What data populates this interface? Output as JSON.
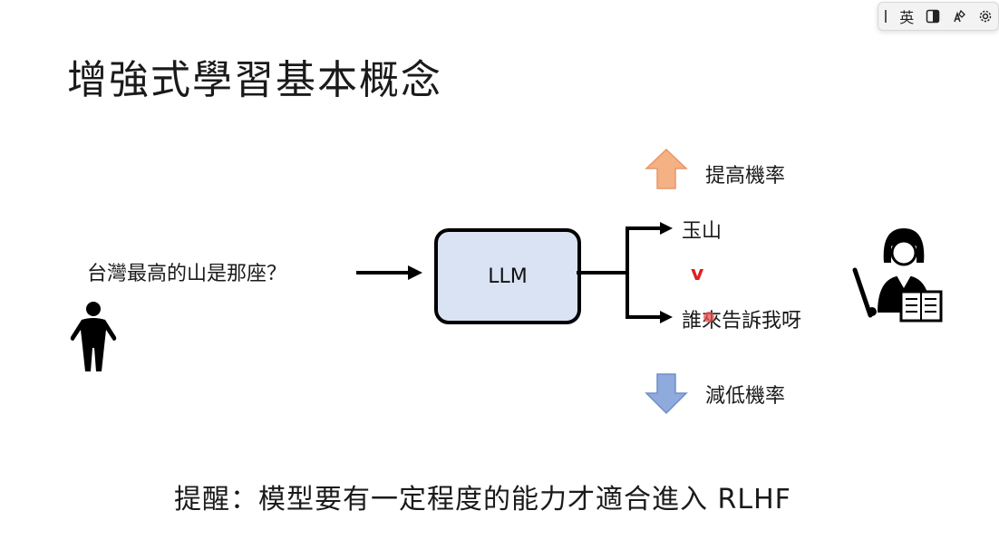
{
  "slide": {
    "title": "增強式學習基本概念",
    "question": "台灣最高的山是那座？",
    "model_label": "LLM",
    "increase_label": "提高機率",
    "decrease_label": "減低機率",
    "answer_good": "玉山",
    "answer_bad": "誰來告訴我呀",
    "compare_mark": "v",
    "footer_note": "提醒：模型要有一定程度的能力才適合進入 RLHF"
  },
  "ime_toolbar": {
    "language_label": "英",
    "icons": [
      "grip-icon",
      "half-width-icon",
      "ime-pad-icon",
      "settings-icon"
    ]
  },
  "colors": {
    "llm_fill": "#dae3f3",
    "up_arrow": "#f4b183",
    "down_arrow": "#8faadc",
    "mark": "#e02020"
  }
}
